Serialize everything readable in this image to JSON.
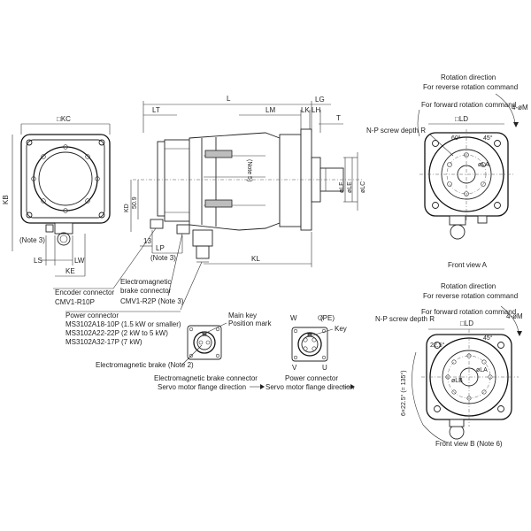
{
  "labels": {
    "kc": "□KC",
    "kb": "KB",
    "note3_left": "(Note 3)",
    "ls": "LS",
    "lw": "LW",
    "ke": "KE",
    "l": "L",
    "lt": "LT",
    "lm": "LM",
    "lk": "LK",
    "lh": "LH",
    "lg": "LG",
    "t": "T",
    "note5": "(Note 5)",
    "kd": "KD",
    "d509": "50.9",
    "d13": "13",
    "lp": "LP",
    "note3_mid": "(Note 3)",
    "kl": "KL",
    "lf": "øLF",
    "le": "øLE",
    "lc": "øLC",
    "enc_title": "Encoder connector",
    "enc_model": "CMV1-R10P",
    "brake_conn_title1": "Electromagnetic",
    "brake_conn_title2": "brake connector",
    "brake_conn_model": "CMV1-R2P (Note 3)",
    "power_title": "Power connector",
    "power_m1": "MS3102A18-10P (1.5 kW or smaller)",
    "power_m2": "MS3102A22-22P (2 kW to 5 kW)",
    "power_m3": "MS3102A32-17P (7 kW)",
    "main_key": "Main key",
    "pos_mark": "Position mark",
    "brake_note2": "Electromagnetic brake (Note 2)",
    "brake_cap1": "Electromagnetic brake connector",
    "brake_cap2": "Servo motor flange direction",
    "pin_w": "W",
    "pin_pe": "(PE)",
    "pin_key": "Key",
    "pin_v": "V",
    "pin_u": "U",
    "power_cap1": "Power connector",
    "power_cap2": "Servo motor flange direction",
    "a_rot1": "Rotation direction",
    "a_rot2": "For reverse rotation command",
    "a_fwd": "For forward rotation command",
    "a_ld": "□LD",
    "a_hole": "4-øM",
    "a_np": "N-P screw depth R",
    "a_60": "60°",
    "a_45": "45°",
    "a_la": "øLA",
    "a_cap": "Front view A",
    "b_rot1": "Rotation direction",
    "b_rot2": "For reverse rotation command",
    "b_fwd": "For forward rotation command",
    "b_np": "N-P screw depth R",
    "b_ld": "□LD",
    "b_hole": "4-øM",
    "b_225": "22.5°",
    "b_45": "45°",
    "b_lb": "øLB",
    "b_la": "øLA",
    "b_6x": "6×22.5° (= 135°)",
    "b_cap": "Front view B (Note 6)"
  }
}
